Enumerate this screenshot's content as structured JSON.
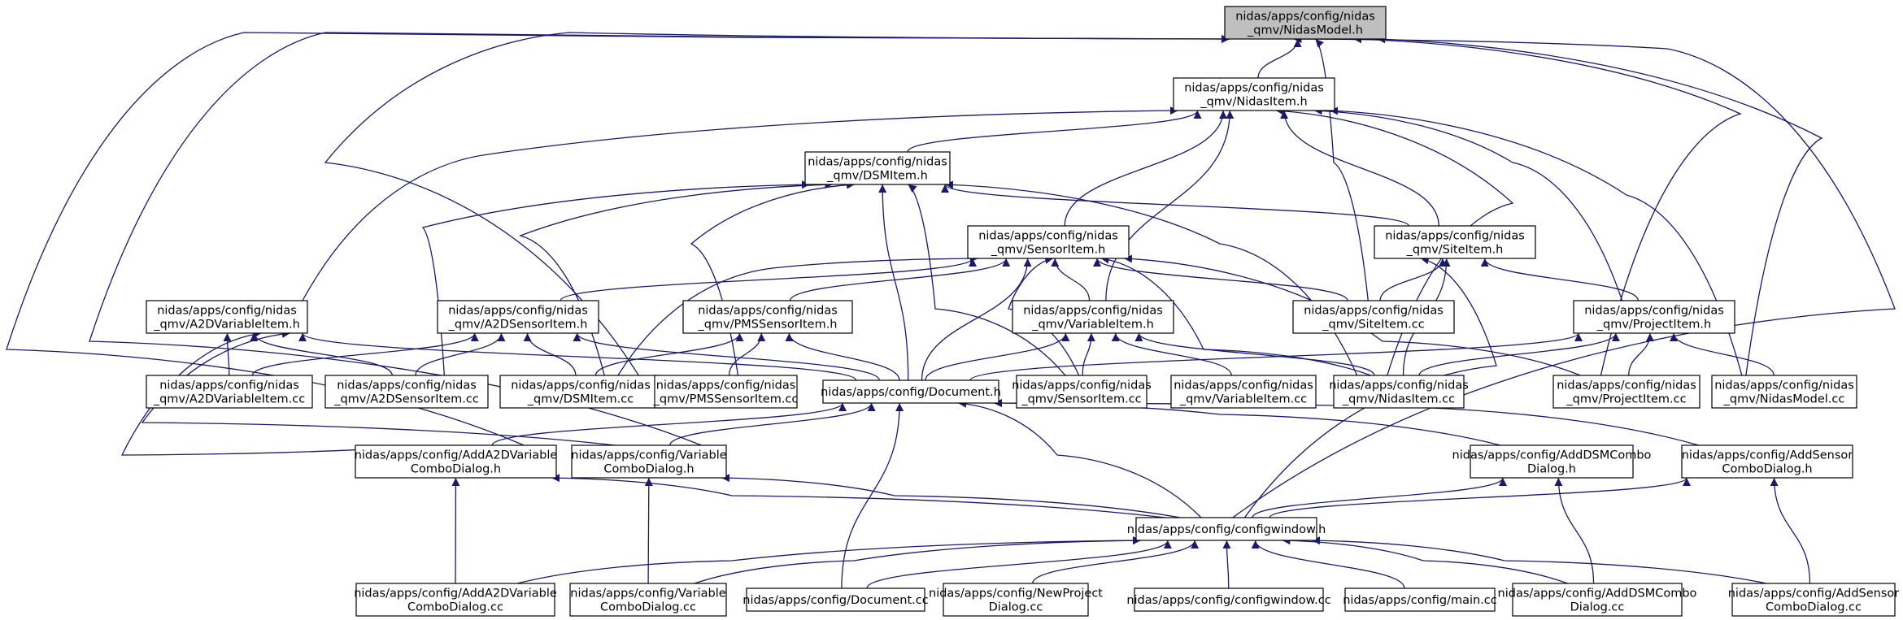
{
  "diagram": {
    "type": "include-dependency-graph",
    "colors": {
      "edge": "#191970",
      "node_border": "#000000",
      "focus_fill": "#bfbfbf",
      "background": "#ffffff"
    },
    "focus_node": "nidasmodel_h",
    "nodes": {
      "nidasmodel_h": {
        "lines": [
          "nidas/apps/config/nidas",
          "_qmv/NidasModel.h"
        ]
      },
      "nidasitem_h": {
        "lines": [
          "nidas/apps/config/nidas",
          "_qmv/NidasItem.h"
        ]
      },
      "dsmitem_h": {
        "lines": [
          "nidas/apps/config/nidas",
          "_qmv/DSMItem.h"
        ]
      },
      "sensoritem_h": {
        "lines": [
          "nidas/apps/config/nidas",
          "_qmv/SensorItem.h"
        ]
      },
      "siteitem_h": {
        "lines": [
          "nidas/apps/config/nidas",
          "_qmv/SiteItem.h"
        ]
      },
      "a2dvariableitem_h": {
        "lines": [
          "nidas/apps/config/nidas",
          "_qmv/A2DVariableItem.h"
        ]
      },
      "a2dsensoritem_h": {
        "lines": [
          "nidas/apps/config/nidas",
          "_qmv/A2DSensorItem.h"
        ]
      },
      "pmssensoritem_h": {
        "lines": [
          "nidas/apps/config/nidas",
          "_qmv/PMSSensorItem.h"
        ]
      },
      "variableitem_h": {
        "lines": [
          "nidas/apps/config/nidas",
          "_qmv/VariableItem.h"
        ]
      },
      "siteitem_cc": {
        "lines": [
          "nidas/apps/config/nidas",
          "_qmv/SiteItem.cc"
        ]
      },
      "projectitem_h": {
        "lines": [
          "nidas/apps/config/nidas",
          "_qmv/ProjectItem.h"
        ]
      },
      "a2dvariableitem_cc": {
        "lines": [
          "nidas/apps/config/nidas",
          "_qmv/A2DVariableItem.cc"
        ]
      },
      "a2dsensoritem_cc": {
        "lines": [
          "nidas/apps/config/nidas",
          "_qmv/A2DSensorItem.cc"
        ]
      },
      "dsmitem_cc": {
        "lines": [
          "nidas/apps/config/nidas",
          "_qmv/DSMItem.cc"
        ]
      },
      "pmssensoritem_cc": {
        "lines": [
          "nidas/apps/config/nidas",
          "_qmv/PMSSensorItem.cc"
        ]
      },
      "document_h": {
        "lines": [
          "nidas/apps/config/Document.h"
        ]
      },
      "sensoritem_cc": {
        "lines": [
          "nidas/apps/config/nidas",
          "_qmv/SensorItem.cc"
        ]
      },
      "variableitem_cc": {
        "lines": [
          "nidas/apps/config/nidas",
          "_qmv/VariableItem.cc"
        ]
      },
      "nidasitem_cc": {
        "lines": [
          "nidas/apps/config/nidas",
          "_qmv/NidasItem.cc"
        ]
      },
      "projectitem_cc": {
        "lines": [
          "nidas/apps/config/nidas",
          "_qmv/ProjectItem.cc"
        ]
      },
      "nidasmodel_cc": {
        "lines": [
          "nidas/apps/config/nidas",
          "_qmv/NidasModel.cc"
        ]
      },
      "adda2dvariable_h": {
        "lines": [
          "nidas/apps/config/AddA2DVariable",
          "ComboDialog.h"
        ]
      },
      "variablecombo_h": {
        "lines": [
          "nidas/apps/config/Variable",
          "ComboDialog.h"
        ]
      },
      "adddsmcombo_h": {
        "lines": [
          "nidas/apps/config/AddDSMCombo",
          "Dialog.h"
        ]
      },
      "addsensorcombo_h": {
        "lines": [
          "nidas/apps/config/AddSensor",
          "ComboDialog.h"
        ]
      },
      "configwindow_h": {
        "lines": [
          "nidas/apps/config/configwindow.h"
        ]
      },
      "adda2dvariable_cc": {
        "lines": [
          "nidas/apps/config/AddA2DVariable",
          "ComboDialog.cc"
        ]
      },
      "variablecombo_cc": {
        "lines": [
          "nidas/apps/config/Variable",
          "ComboDialog.cc"
        ]
      },
      "document_cc": {
        "lines": [
          "nidas/apps/config/Document.cc"
        ]
      },
      "newproject_cc": {
        "lines": [
          "nidas/apps/config/NewProject",
          "Dialog.cc"
        ]
      },
      "configwindow_cc": {
        "lines": [
          "nidas/apps/config/configwindow.cc"
        ]
      },
      "main_cc": {
        "lines": [
          "nidas/apps/config/main.cc"
        ]
      },
      "adddsmcombo_cc": {
        "lines": [
          "nidas/apps/config/AddDSMCombo",
          "Dialog.cc"
        ]
      },
      "addsensorcombo_cc": {
        "lines": [
          "nidas/apps/config/AddSensor",
          "ComboDialog.cc"
        ]
      }
    },
    "edges": [
      [
        "nidasitem_h",
        "nidasmodel_h"
      ],
      [
        "siteitem_cc",
        "nidasmodel_h"
      ],
      [
        "projectitem_cc",
        "nidasmodel_h"
      ],
      [
        "nidasmodel_cc",
        "nidasmodel_h"
      ],
      [
        "configwindow_h",
        "nidasmodel_h"
      ],
      [
        "adda2dvariable_h",
        "nidasmodel_h"
      ],
      [
        "variablecombo_h",
        "nidasmodel_h"
      ],
      [
        "dsmitem_cc",
        "nidasmodel_h"
      ],
      [
        "dsmitem_h",
        "nidasitem_h"
      ],
      [
        "a2dvariableitem_h",
        "nidasitem_h"
      ],
      [
        "sensoritem_h",
        "nidasitem_h"
      ],
      [
        "variableitem_h",
        "nidasitem_h"
      ],
      [
        "siteitem_h",
        "nidasitem_h"
      ],
      [
        "nidasitem_cc",
        "nidasitem_h"
      ],
      [
        "projectitem_h",
        "nidasitem_h"
      ],
      [
        "nidasmodel_cc",
        "nidasitem_h"
      ],
      [
        "siteitem_h",
        "dsmitem_h"
      ],
      [
        "nidasitem_cc",
        "dsmitem_h"
      ],
      [
        "document_h",
        "dsmitem_h"
      ],
      [
        "sensoritem_cc",
        "dsmitem_h"
      ],
      [
        "pmssensoritem_cc",
        "dsmitem_h"
      ],
      [
        "a2dsensoritem_cc",
        "dsmitem_h"
      ],
      [
        "dsmitem_cc",
        "dsmitem_h"
      ],
      [
        "a2dsensoritem_h",
        "sensoritem_h"
      ],
      [
        "pmssensoritem_h",
        "sensoritem_h"
      ],
      [
        "variableitem_h",
        "sensoritem_h"
      ],
      [
        "siteitem_cc",
        "sensoritem_h"
      ],
      [
        "sensoritem_cc",
        "sensoritem_h"
      ],
      [
        "nidasitem_cc",
        "sensoritem_h"
      ],
      [
        "projectitem_cc",
        "sensoritem_h"
      ],
      [
        "document_h",
        "sensoritem_h"
      ],
      [
        "dsmitem_cc",
        "sensoritem_h"
      ],
      [
        "siteitem_cc",
        "siteitem_h"
      ],
      [
        "projectitem_h",
        "siteitem_h"
      ],
      [
        "nidasitem_cc",
        "siteitem_h"
      ],
      [
        "configwindow_h",
        "siteitem_h"
      ],
      [
        "a2dvariableitem_cc",
        "a2dvariableitem_h"
      ],
      [
        "a2dsensoritem_cc",
        "a2dvariableitem_h"
      ],
      [
        "document_h",
        "a2dvariableitem_h"
      ],
      [
        "adda2dvariable_h",
        "a2dvariableitem_h"
      ],
      [
        "variablecombo_h",
        "a2dvariableitem_h"
      ],
      [
        "a2dvariableitem_cc",
        "a2dsensoritem_h"
      ],
      [
        "a2dsensoritem_cc",
        "a2dsensoritem_h"
      ],
      [
        "dsmitem_cc",
        "a2dsensoritem_h"
      ],
      [
        "document_h",
        "a2dsensoritem_h"
      ],
      [
        "dsmitem_cc",
        "pmssensoritem_h"
      ],
      [
        "pmssensoritem_cc",
        "pmssensoritem_h"
      ],
      [
        "document_h",
        "pmssensoritem_h"
      ],
      [
        "document_h",
        "variableitem_h"
      ],
      [
        "sensoritem_cc",
        "variableitem_h"
      ],
      [
        "variableitem_cc",
        "variableitem_h"
      ],
      [
        "nidasitem_cc",
        "variableitem_h"
      ],
      [
        "document_h",
        "projectitem_h"
      ],
      [
        "projectitem_cc",
        "projectitem_h"
      ],
      [
        "nidasitem_cc",
        "projectitem_h"
      ],
      [
        "nidasmodel_cc",
        "projectitem_h"
      ],
      [
        "adda2dvariable_h",
        "document_h"
      ],
      [
        "variablecombo_h",
        "document_h"
      ],
      [
        "adddsmcombo_h",
        "document_h"
      ],
      [
        "addsensorcombo_h",
        "document_h"
      ],
      [
        "configwindow_h",
        "document_h"
      ],
      [
        "document_cc",
        "document_h"
      ],
      [
        "configwindow_h",
        "adda2dvariable_h"
      ],
      [
        "adda2dvariable_cc",
        "adda2dvariable_h"
      ],
      [
        "configwindow_h",
        "variablecombo_h"
      ],
      [
        "variablecombo_cc",
        "variablecombo_h"
      ],
      [
        "configwindow_h",
        "adddsmcombo_h"
      ],
      [
        "adddsmcombo_cc",
        "adddsmcombo_h"
      ],
      [
        "configwindow_h",
        "addsensorcombo_h"
      ],
      [
        "addsensorcombo_cc",
        "addsensorcombo_h"
      ],
      [
        "adda2dvariable_cc",
        "configwindow_h"
      ],
      [
        "variablecombo_cc",
        "configwindow_h"
      ],
      [
        "document_cc",
        "configwindow_h"
      ],
      [
        "newproject_cc",
        "configwindow_h"
      ],
      [
        "configwindow_cc",
        "configwindow_h"
      ],
      [
        "main_cc",
        "configwindow_h"
      ],
      [
        "adddsmcombo_cc",
        "configwindow_h"
      ],
      [
        "addsensorcombo_cc",
        "configwindow_h"
      ]
    ]
  }
}
